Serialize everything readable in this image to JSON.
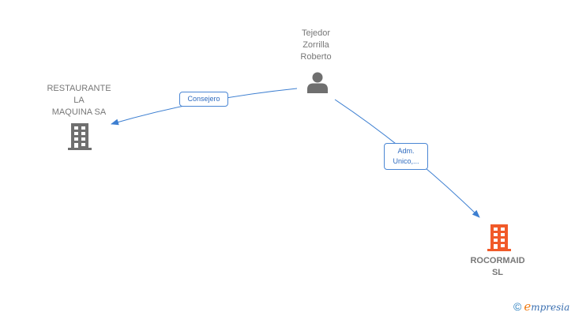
{
  "nodes": {
    "person": {
      "label_lines": [
        "Tejedor",
        "Zorrilla",
        "Roberto"
      ],
      "icon": "person-icon",
      "color": "#6f6f6f"
    },
    "company1": {
      "label_lines": [
        "RESTAURANTE",
        "LA",
        "MAQUINA SA"
      ],
      "icon": "building-icon",
      "color": "#6f6f6f"
    },
    "company2": {
      "label_lines": [
        "ROCORMAID",
        "SL"
      ],
      "icon": "building-icon",
      "color": "#f15a29"
    }
  },
  "edges": [
    {
      "from": "person",
      "to": "company1",
      "label_lines": [
        "Consejero"
      ]
    },
    {
      "from": "person",
      "to": "company2",
      "label_lines": [
        "Adm.",
        "Unico,..."
      ]
    }
  ],
  "colors": {
    "edge": "#3d7fd1",
    "label_text": "#777777"
  },
  "brand": {
    "copyright": "©",
    "e": "e",
    "name": "mpresia"
  }
}
